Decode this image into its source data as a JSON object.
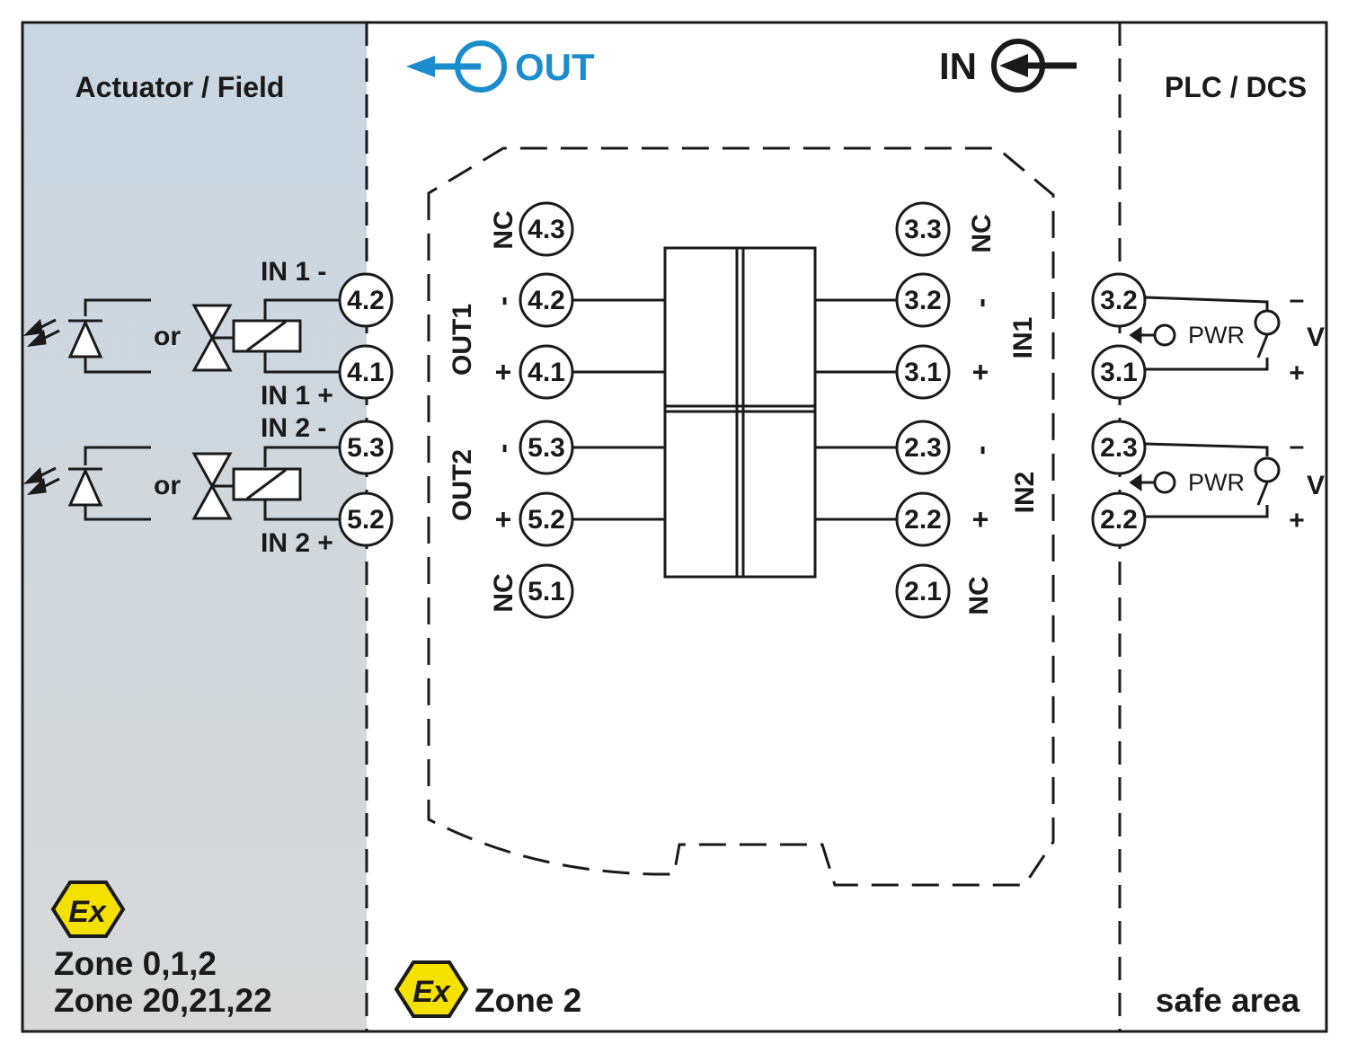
{
  "zones": {
    "field": {
      "title": "Actuator / Field",
      "zone_line1": "Zone 0,1,2",
      "zone_line2": "Zone 20,21,22"
    },
    "device": {
      "zone": "Zone 2"
    },
    "safe": {
      "title": "PLC / DCS",
      "footer": "safe area"
    }
  },
  "signal": {
    "out_label": "OUT",
    "in_label": "IN"
  },
  "ex_symbol": "Ex",
  "field_side": {
    "in1_neg": "IN 1 -",
    "in1_pos": "IN 1 +",
    "in2_neg": "IN 2 -",
    "in2_pos": "IN 2 +",
    "or_1": "or",
    "or_2": "or",
    "terminals": [
      "4.2",
      "4.1",
      "5.3",
      "5.2"
    ]
  },
  "module": {
    "left_terminals": [
      "4.3",
      "4.2",
      "4.1",
      "5.3",
      "5.2",
      "5.1"
    ],
    "right_terminals": [
      "3.3",
      "3.2",
      "3.1",
      "2.3",
      "2.2",
      "2.1"
    ],
    "left_marks": [
      "NC",
      "-",
      "+",
      "-",
      "+",
      "NC"
    ],
    "right_marks": [
      "NC",
      "-",
      "+",
      "-",
      "+",
      "NC"
    ],
    "out1": "OUT1",
    "out2": "OUT2",
    "in1": "IN1",
    "in2": "IN2"
  },
  "plc_side": {
    "terminals": [
      "3.2",
      "3.1",
      "2.3",
      "2.2"
    ],
    "pwr1": "PWR",
    "pwr2": "PWR",
    "ch1_minus": "–",
    "ch1_plus": "+",
    "ch1_v": "V",
    "ch2_minus": "–",
    "ch2_plus": "+",
    "ch2_v": "V"
  },
  "colors": {
    "field_gradient_top": "#c9d7e2",
    "field_gradient_bottom": "#d8d8d8",
    "accent_blue": "#1c8dcc",
    "ex_yellow": "#f5e100"
  }
}
